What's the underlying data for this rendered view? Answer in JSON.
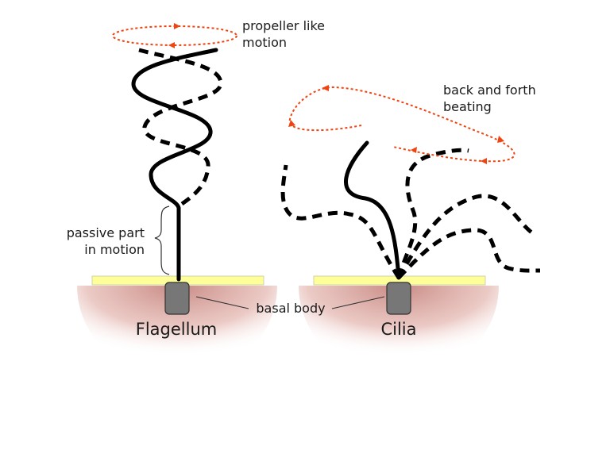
{
  "labels": {
    "propeller": [
      "propeller like",
      "motion"
    ],
    "back_forth": [
      "back and forth",
      "beating"
    ],
    "passive": [
      "passive part",
      "in motion"
    ],
    "basal_body": "basal body",
    "flagellum": "Flagellum",
    "cilia": "Cilia"
  },
  "colors": {
    "motion_arrow": "#ee4411",
    "membrane": "#ffff99",
    "tissue": "#d49a94",
    "basal_body": "#777777"
  }
}
